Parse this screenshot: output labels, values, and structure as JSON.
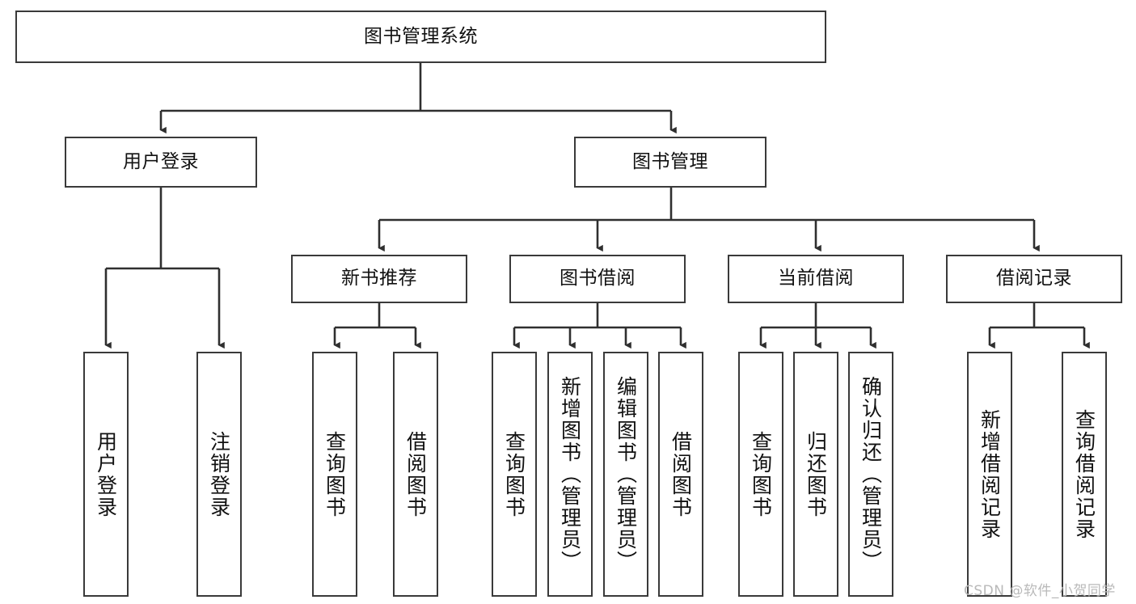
{
  "diagram": {
    "kind": "tree-hierarchy-chart",
    "title_node": {
      "id": "root",
      "label": "图书管理系统"
    },
    "level2": [
      {
        "id": "user-login",
        "label": "用户登录"
      },
      {
        "id": "book-management",
        "label": "图书管理"
      }
    ],
    "level3": [
      {
        "id": "new-book-recommend",
        "label": "新书推荐",
        "parent": "book-management"
      },
      {
        "id": "book-borrow",
        "label": "图书借阅",
        "parent": "book-management"
      },
      {
        "id": "current-borrow",
        "label": "当前借阅",
        "parent": "book-management"
      },
      {
        "id": "borrow-record",
        "label": "借阅记录",
        "parent": "book-management"
      }
    ],
    "leaves": [
      {
        "id": "leaf-user-login",
        "label": "用户登录",
        "parent": "user-login"
      },
      {
        "id": "leaf-logout-login",
        "label": "注销登录",
        "parent": "user-login"
      },
      {
        "id": "leaf-query-book-1",
        "label": "查询图书",
        "parent": "new-book-recommend"
      },
      {
        "id": "leaf-borrow-book-1",
        "label": "借阅图书",
        "parent": "new-book-recommend"
      },
      {
        "id": "leaf-query-book-2",
        "label": "查询图书",
        "parent": "book-borrow"
      },
      {
        "id": "leaf-add-book-admin",
        "label": "新增图书（管理员）",
        "parent": "book-borrow"
      },
      {
        "id": "leaf-edit-book-admin",
        "label": "编辑图书（管理员）",
        "parent": "book-borrow"
      },
      {
        "id": "leaf-borrow-book-2",
        "label": "借阅图书",
        "parent": "book-borrow"
      },
      {
        "id": "leaf-query-book-3",
        "label": "查询图书",
        "parent": "current-borrow"
      },
      {
        "id": "leaf-return-book",
        "label": "归还图书",
        "parent": "current-borrow"
      },
      {
        "id": "leaf-confirm-return-admin",
        "label": "确认归还（管理员）",
        "parent": "current-borrow"
      },
      {
        "id": "leaf-add-borrow-record",
        "label": "新增借阅记录",
        "parent": "borrow-record"
      },
      {
        "id": "leaf-query-borrow-record",
        "label": "查询借阅记录",
        "parent": "borrow-record"
      }
    ]
  },
  "watermark": {
    "text": "CSDN @软件_小贺同学"
  },
  "colors": {
    "box_border": "#3a3a3a",
    "connector": "#2f2f2f",
    "text": "#111111",
    "background": "#ffffff",
    "watermark": "#b9b9b9"
  }
}
